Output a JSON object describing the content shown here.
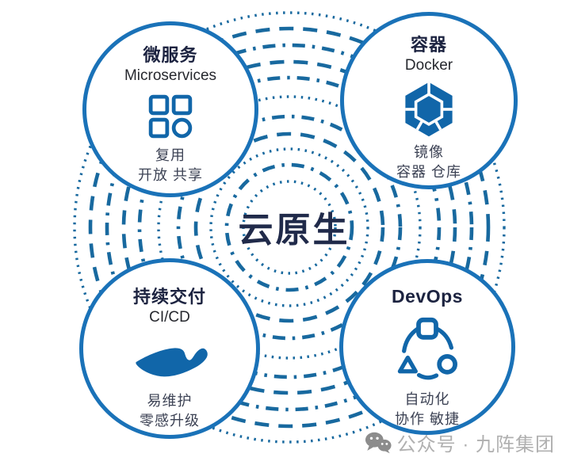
{
  "center_label": "云原生",
  "nodes": {
    "microservices": {
      "title": "微服务",
      "subtitle": "Microservices",
      "icon": "grid-apps-icon",
      "lines": [
        "复用",
        "开放 共享"
      ]
    },
    "container": {
      "title": "容器",
      "subtitle": "Docker",
      "icon": "cube-icon",
      "lines": [
        "镜像",
        "容器 仓库"
      ]
    },
    "cicd": {
      "title": "持续交付",
      "subtitle": "CI/CD",
      "icon": "hand-icon",
      "lines": [
        "易维护",
        "零感升级"
      ]
    },
    "devops": {
      "title": "DevOps",
      "icon": "devops-cycle-icon",
      "lines": [
        "自动化",
        "协作 敏捷"
      ]
    }
  },
  "watermark": {
    "icon": "wechat-icon",
    "text": "公众号 · 九阵集团"
  },
  "colors": {
    "node_stroke": "#1a72b8",
    "icon_blue": "#1166a9",
    "ring_blue": "#18699f",
    "title_navy": "#1c2340",
    "center_navy": "#202a4a",
    "subtitle_dark": "#26282e",
    "body_text": "#3c4254",
    "watermark_text": "#b0b0b0",
    "watermark_icon": "#8c8c8c"
  }
}
